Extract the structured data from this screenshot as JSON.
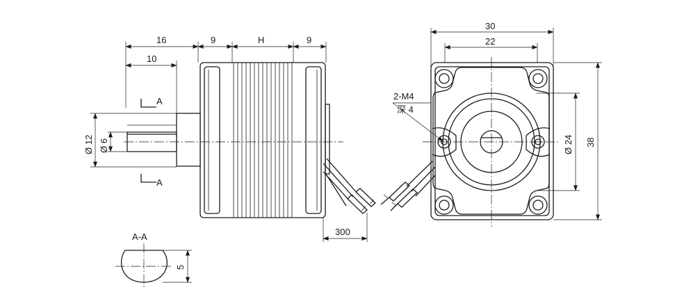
{
  "labels": {
    "d16": "16",
    "d9a": "9",
    "dH": "H",
    "d9b": "9",
    "d10": "10",
    "secA_top": "A",
    "secA_bot": "A",
    "d12": "Ø 12",
    "d6": "Ø 6",
    "d300": "300",
    "d30": "30",
    "d22": "22",
    "hole_spec": "2-M4",
    "hole_depth": "深 4",
    "d24": "Ø 24",
    "d38": "38",
    "section": "A-A",
    "d5": "5"
  }
}
